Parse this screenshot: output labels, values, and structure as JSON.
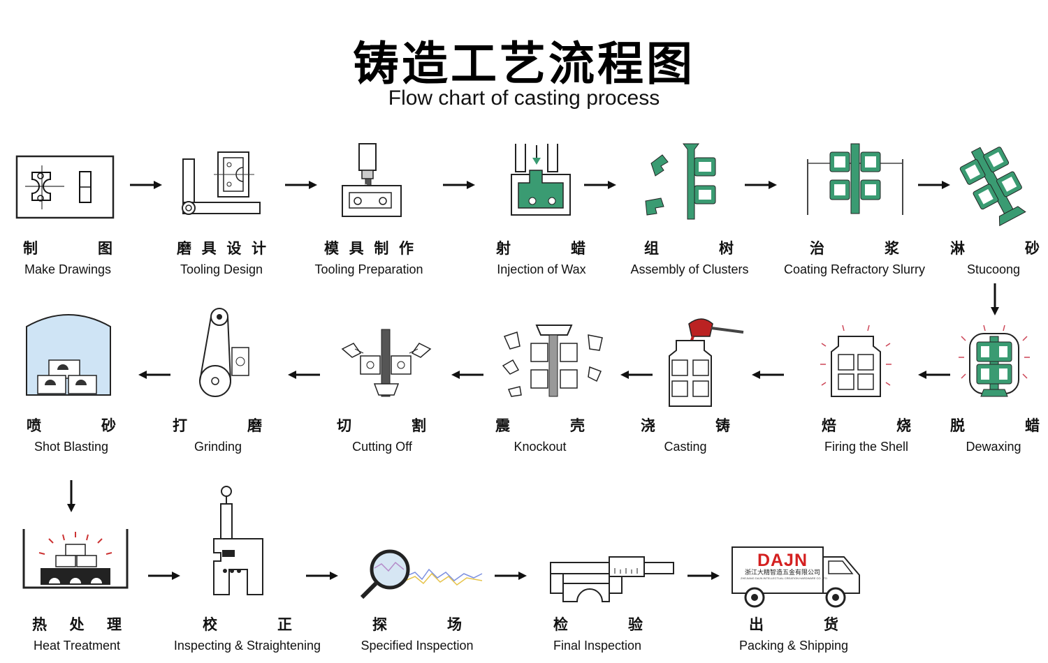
{
  "title": {
    "zh": "铸造工艺流程图",
    "en": "Flow chart of casting process"
  },
  "steps": [
    {
      "zh": [
        "制",
        "图"
      ],
      "en": "Make Drawings"
    },
    {
      "zh": [
        "磨",
        "具",
        "设",
        "计"
      ],
      "en": "Tooling Design"
    },
    {
      "zh": [
        "模",
        "具",
        "制",
        "作"
      ],
      "en": "Tooling Preparation"
    },
    {
      "zh": [
        "射",
        "蜡"
      ],
      "en": "Injection of Wax"
    },
    {
      "zh": [
        "组",
        "树"
      ],
      "en": "Assembly of Clusters"
    },
    {
      "zh": [
        "治",
        "浆"
      ],
      "en": "Coating Refractory Slurry"
    },
    {
      "zh": [
        "淋",
        "砂"
      ],
      "en": "Stucoong"
    },
    {
      "zh": [
        "脱",
        "蜡"
      ],
      "en": "Dewaxing"
    },
    {
      "zh": [
        "焙",
        "烧"
      ],
      "en": "Firing the Shell"
    },
    {
      "zh": [
        "浇",
        "铸"
      ],
      "en": "Casting"
    },
    {
      "zh": [
        "震",
        "壳"
      ],
      "en": "Knockout"
    },
    {
      "zh": [
        "切",
        "割"
      ],
      "en": "Cutting Off"
    },
    {
      "zh": [
        "打",
        "磨"
      ],
      "en": "Grinding"
    },
    {
      "zh": [
        "喷",
        "砂"
      ],
      "en": "Shot Blasting"
    },
    {
      "zh": [
        "热",
        "处",
        "理"
      ],
      "en": "Heat Treatment"
    },
    {
      "zh": [
        "校",
        "正"
      ],
      "en": "Inspecting & Straightening"
    },
    {
      "zh": [
        "探",
        "场"
      ],
      "en": "Specified Inspection"
    },
    {
      "zh": [
        "检",
        "验"
      ],
      "en": "Final Inspection"
    },
    {
      "zh": [
        "出",
        "货"
      ],
      "en": "Packing & Shipping"
    }
  ],
  "truck_logo": {
    "brand": "DAJN",
    "company": "浙江大精智造五金有限公司",
    "company_en": "ZHEJIANG DAJN INTELLECTUAL CREATION HARDWARE CO.,LTD"
  },
  "colors": {
    "wax_green": "#3a9b72",
    "arrow": "#111111",
    "brand_red": "#d42020",
    "sky_blue": "#cfe4f5"
  }
}
